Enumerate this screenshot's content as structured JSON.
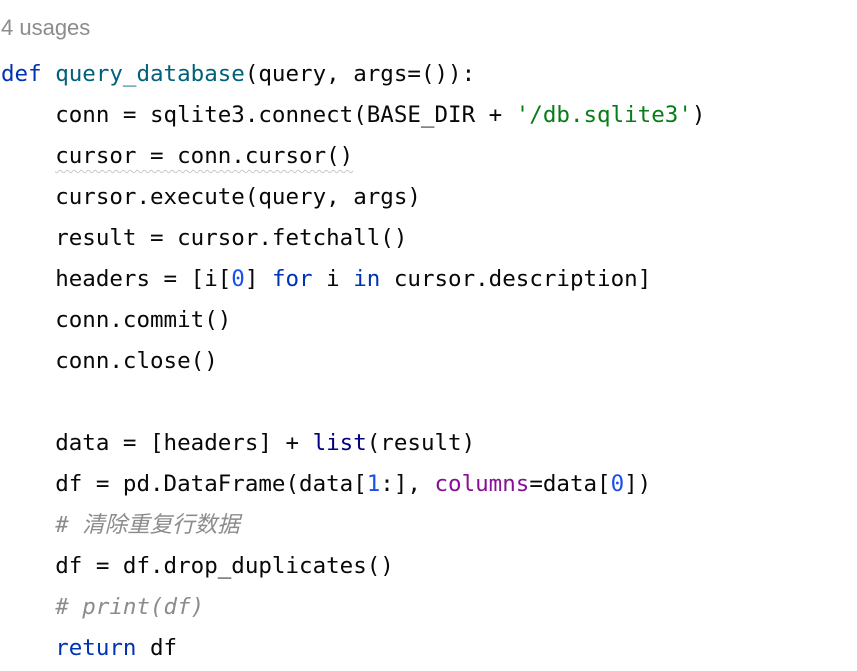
{
  "editor": {
    "inlay_usages": "4 usages",
    "line1": {
      "kw_def": "def",
      "sp": " ",
      "func_name": "query_database",
      "params": "(query, args=()):"
    },
    "line2": {
      "indent": "    ",
      "pre": "conn = sqlite3.connect(BASE_DIR + ",
      "string": "'/db.sqlite3'",
      "post": ")"
    },
    "line3": {
      "indent": "    ",
      "code": "cursor = conn.cursor()"
    },
    "line4": {
      "indent": "    ",
      "code": "cursor.execute(query, args)"
    },
    "line5": {
      "indent": "    ",
      "code": "result = cursor.fetchall()"
    },
    "line6": {
      "indent": "    ",
      "pre": "headers = [i[",
      "num": "0",
      "mid1": "] ",
      "kw_for": "for",
      "mid2": " i ",
      "kw_in": "in",
      "post": " cursor.description]"
    },
    "line7": {
      "indent": "    ",
      "code": "conn.commit()"
    },
    "line8": {
      "indent": "    ",
      "code": "conn.close()"
    },
    "line9": {
      "code": " "
    },
    "line10": {
      "indent": "    ",
      "pre": "data = [headers] + ",
      "builtin": "list",
      "post": "(result)"
    },
    "line11": {
      "indent": "    ",
      "pre": "df = pd.DataFrame(data[",
      "num1": "1",
      "mid1": ":], ",
      "named": "columns",
      "mid2": "=data[",
      "num2": "0",
      "post": "])"
    },
    "line12": {
      "indent": "    ",
      "comment": "# 清除重复行数据"
    },
    "line13": {
      "indent": "    ",
      "code": "df = df.drop_duplicates()"
    },
    "line14": {
      "indent": "    ",
      "comment": "# print(df)"
    },
    "line15": {
      "indent": "    ",
      "kw_return": "return",
      "post": " df"
    }
  },
  "colors": {
    "keyword": "#0033b3",
    "function": "#00627a",
    "string": "#067d17",
    "number": "#1750eb",
    "named_arg": "#871094",
    "builtin": "#000080",
    "comment": "#8c8c8c",
    "text": "#080808",
    "background": "#ffffff"
  }
}
